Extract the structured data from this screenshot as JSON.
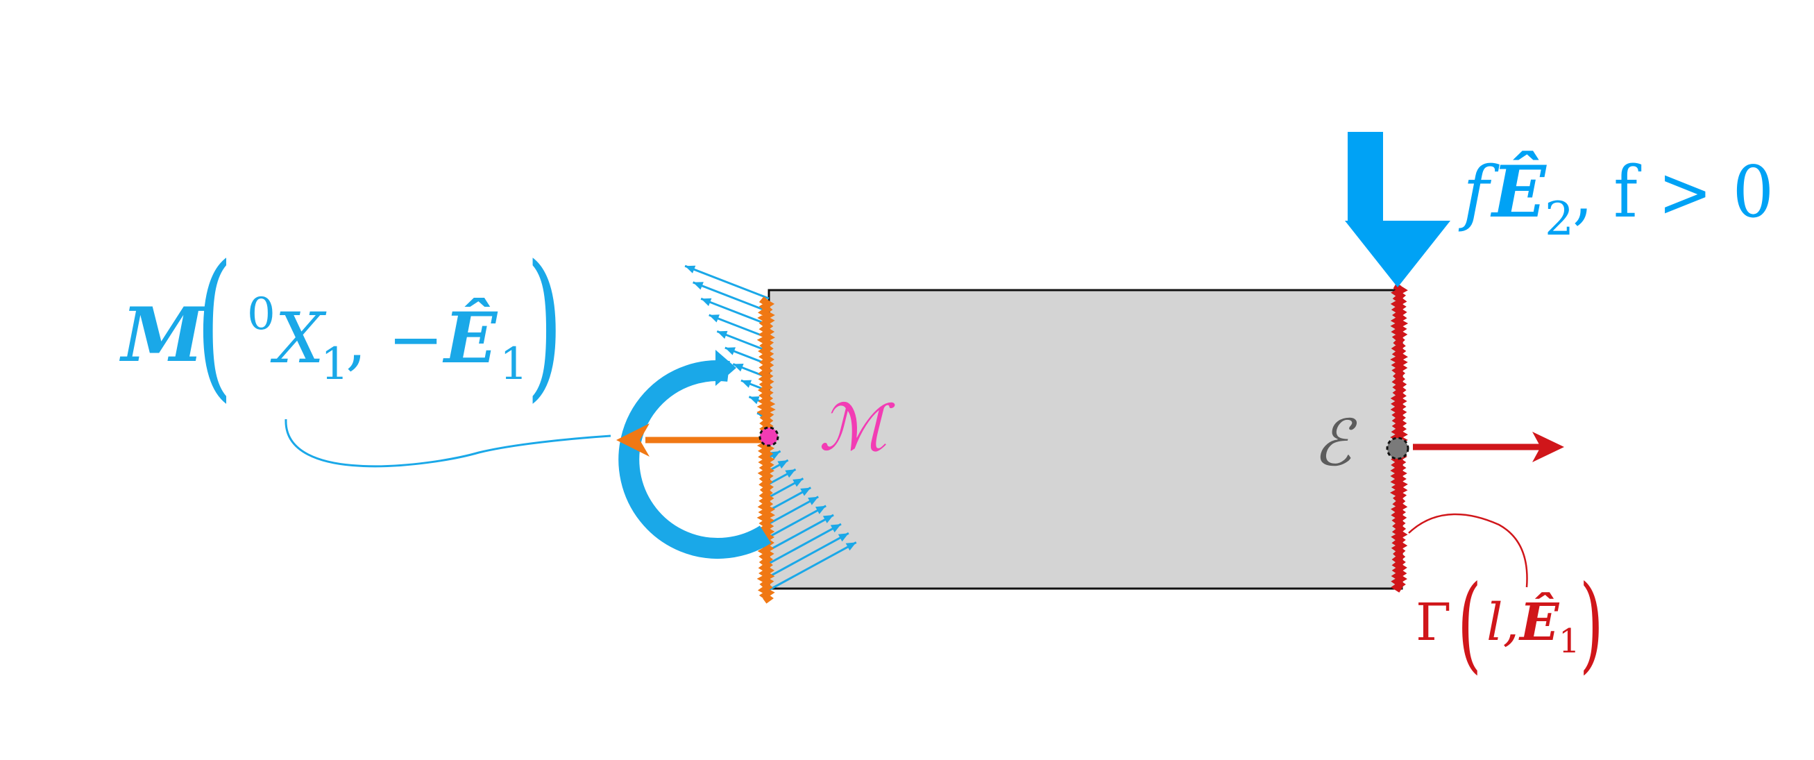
{
  "colors": {
    "beam_fill": "#d4d4d4",
    "beam_stroke": "#111111",
    "load_blue": "#00a2f5",
    "traction_blue": "#1aa8e8",
    "orange": "#f07814",
    "red": "#d0161a",
    "magenta": "#f23cb4",
    "gray_point": "#7a7a7a",
    "gray_label": "#5c5c5c"
  },
  "labels": {
    "moment": {
      "symbol": "M",
      "superscript": "0",
      "position": "X",
      "position_sub": "1",
      "separator": ", −",
      "direction": "Ê",
      "direction_sub": "1"
    },
    "force": {
      "coefficient": "f",
      "vector": "Ê",
      "vector_sub": "2",
      "condition": ", f > 0"
    },
    "point_left": "ℳ",
    "point_right": "ℰ",
    "boundary": {
      "symbol": "Γ",
      "argument": "l,",
      "vector": "Ê",
      "vector_sub": "1"
    }
  },
  "icons": {
    "moment": "curved-arrow-icon",
    "force": "down-arrow-icon",
    "normal_left": "left-arrow-icon",
    "normal_right": "right-arrow-icon"
  }
}
